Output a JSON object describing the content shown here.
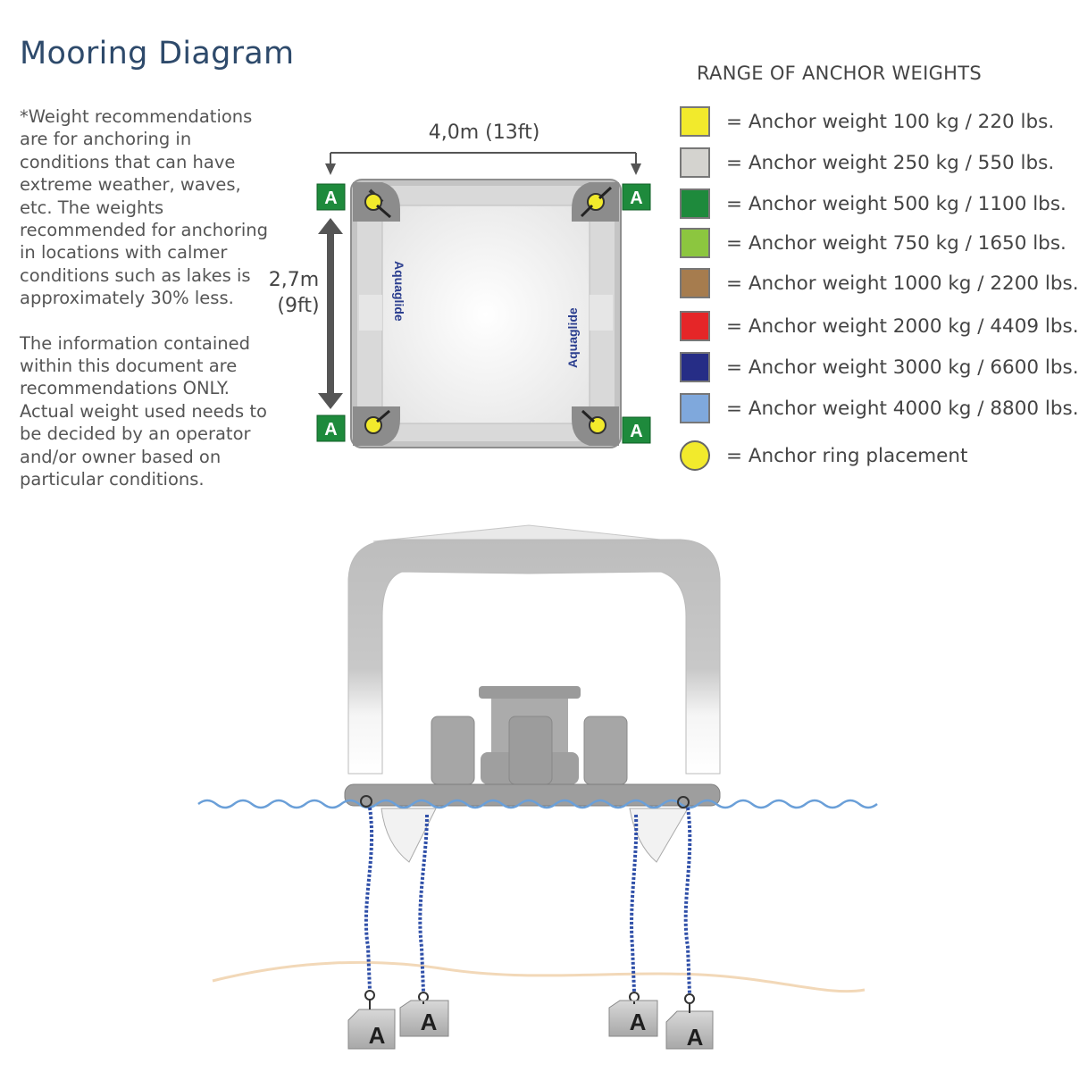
{
  "title": "Mooring Diagram",
  "notes": {
    "paragraph1": "*Weight recommendations are for anchoring in conditions that can have extreme weather, waves, etc. The weights recommended for anchoring in locations with calmer conditions such as lakes is approximately 30% less.",
    "paragraph2": "The information contained within this document are recommendations ONLY. Actual weight used needs to be decided by an operator and/or owner based on particular conditions."
  },
  "dimensions": {
    "width": "4,0m (13ft)",
    "depth_line1": "2,7m",
    "depth_line2": "(9ft)"
  },
  "brand": "Aquaglide",
  "anchor_label": "A",
  "legend": {
    "title": "RANGE OF ANCHOR WEIGHTS",
    "items": [
      {
        "color": "#f2ea2c",
        "label": "= Anchor weight 100 kg / 220 lbs."
      },
      {
        "color": "#d4d3cf",
        "label": "= Anchor weight 250 kg / 550 lbs."
      },
      {
        "color": "#1e8a3c",
        "label": "= Anchor weight 500 kg / 1100 lbs."
      },
      {
        "color": "#8cc63f",
        "label": "= Anchor weight 750 kg / 1650 lbs."
      },
      {
        "color": "#a67c4e",
        "label": "= Anchor weight 1000 kg / 2200 lbs."
      },
      {
        "color": "#e52628",
        "label": "= Anchor weight 2000 kg / 4409 lbs."
      },
      {
        "color": "#262d86",
        "label": "= Anchor weight 3000 kg / 6600 lbs."
      },
      {
        "color": "#7fa8dc",
        "label": "= Anchor weight 4000 kg / 8800 lbs."
      }
    ],
    "ring": {
      "color": "#f2ea2c",
      "label": "= Anchor ring placement"
    }
  },
  "colors": {
    "anchor_box": "#1e8a3c",
    "title": "#2e4a6b",
    "water": "#6a9fd8",
    "seabed": "#f2d8b8",
    "rope": "#2f4fa8"
  }
}
